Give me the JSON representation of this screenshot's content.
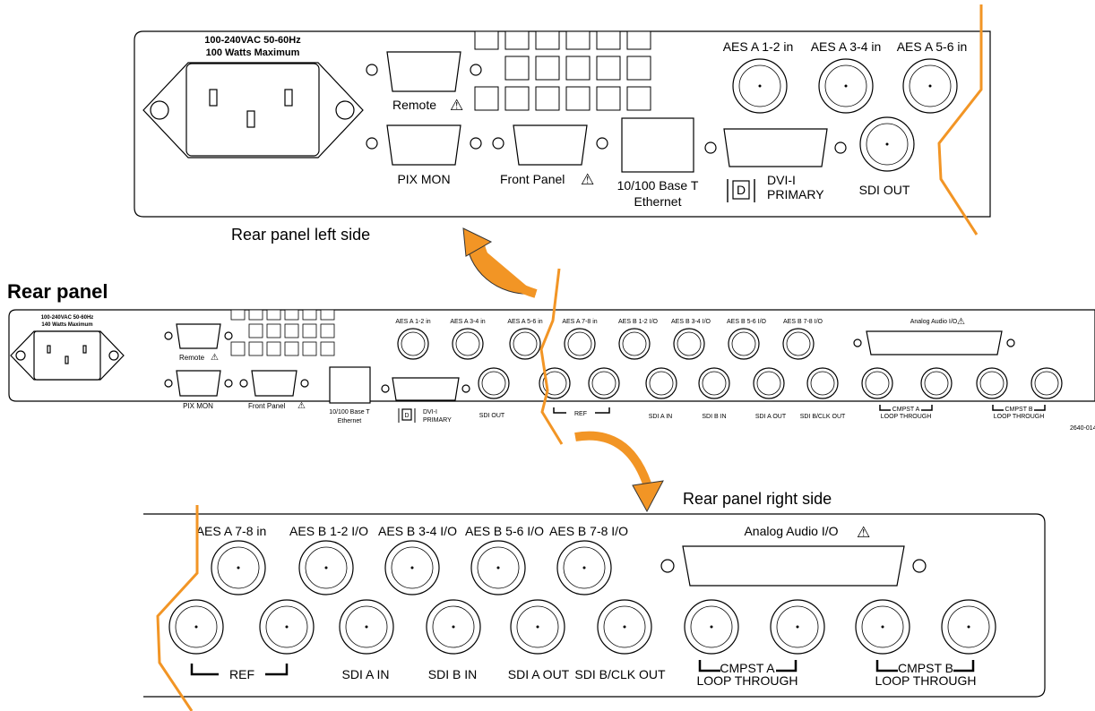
{
  "heading": "Rear panel",
  "captions": {
    "left": "Rear panel left side",
    "right": "Rear panel right side"
  },
  "figure_id": "2640-014",
  "power": {
    "line1": "100-240VAC 50-60Hz",
    "line2": "100 Watts Maximum",
    "line2_small": "140 Watts Maximum"
  },
  "left_labels": {
    "remote": "Remote",
    "pix_mon": "PIX MON",
    "front_panel": "Front Panel",
    "ethernet_1": "10/100 Base T",
    "ethernet_2": "Ethernet",
    "dvi_1": "DVI-I",
    "dvi_2": "PRIMARY",
    "dvi_d": "D",
    "sdi_out": "SDI OUT",
    "aes_a_12": "AES A 1-2 in",
    "aes_a_34": "AES A 3-4 in",
    "aes_a_56": "AES A 5-6 in"
  },
  "right_labels": {
    "aes_a_78": "AES A 7-8 in",
    "aes_b_12": "AES B 1-2 I/O",
    "aes_b_34": "AES B 3-4 I/O",
    "aes_b_56": "AES B 5-6 I/O",
    "aes_b_78": "AES B 7-8 I/O",
    "analog": "Analog Audio I/O",
    "ref": "REF",
    "sdi_a_in": "SDI A IN",
    "sdi_b_in": "SDI B IN",
    "sdi_a_out": "SDI A OUT",
    "sdi_b_clk": "SDI B/CLK OUT",
    "cmpst_a": "CMPST A",
    "cmpst_b": "CMPST B",
    "loop": "LOOP THROUGH"
  },
  "warning_symbol": "⚠"
}
